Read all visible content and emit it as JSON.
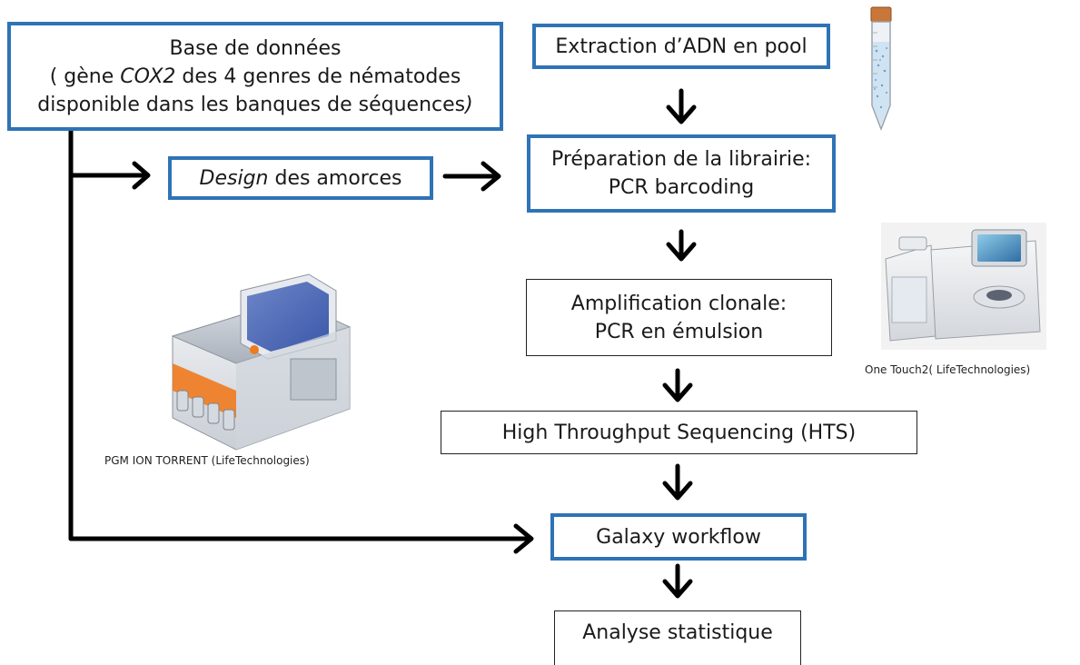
{
  "boxes": {
    "database": {
      "line1": "Base de données",
      "line2_pre": "( gène ",
      "line2_em": "COX2",
      "line2_post": " des 4 genres de nématodes",
      "line3_pre": "disponible dans les banques de séquences",
      "line3_em": ")"
    },
    "design": {
      "em": "Design",
      "rest": " des amorces"
    },
    "extraction": "Extraction d’ADN en pool",
    "library": {
      "line1": "Préparation de la librairie:",
      "line2": "PCR barcoding"
    },
    "clonal": {
      "line1": "Amplification clonale:",
      "line2": "PCR en émulsion"
    },
    "hts": "High Throughput Sequencing (HTS)",
    "galaxy": "Galaxy workflow",
    "stats": "Analyse statistique"
  },
  "captions": {
    "pgm": "PGM ION TORRENT (LifeTechnologies)",
    "onetouch": "One Touch2( LifeTechnologies)"
  },
  "images": {
    "tube": "tube-illustration",
    "pgm": "pgm-sequencer-illustration",
    "onetouch": "onetouch-instrument-illustration"
  },
  "colors": {
    "box_border": "#2f73b6",
    "arrow": "#000000",
    "accent_orange": "#f07a1e"
  }
}
